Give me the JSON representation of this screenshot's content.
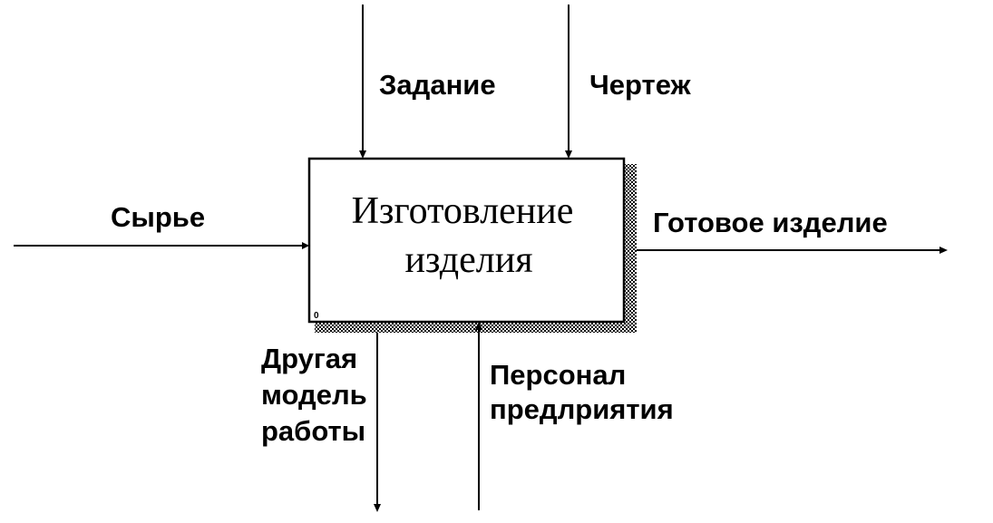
{
  "activity": {
    "title_line1": "Изготовление",
    "title_line2": "изделия",
    "node_mark": "0"
  },
  "controls": [
    {
      "label": "Задание"
    },
    {
      "label": "Чертеж"
    }
  ],
  "input": {
    "label": "Сырье"
  },
  "output": {
    "label": "Готовое изделие"
  },
  "call": {
    "line1": "Другая",
    "line2": "модель",
    "line3": "работы"
  },
  "mechanism": {
    "line1": "Персонал",
    "line2": "предлриятия"
  },
  "colors": {
    "line": "#000000",
    "box_fill": "#ffffff",
    "shadow": "#555555"
  }
}
